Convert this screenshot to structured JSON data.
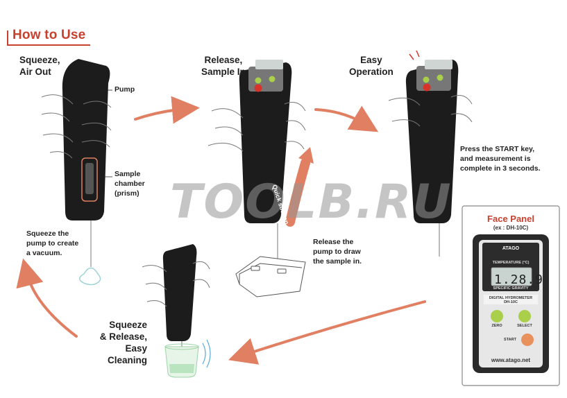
{
  "title": "How to Use",
  "steps": {
    "squeeze": "Squeeze,\nAir Out",
    "release": "Release,\nSample In",
    "easy": "Easy\nOperation",
    "cleaning": "Squeeze\n& Release,\nEasy Cleaning"
  },
  "labels": {
    "pump": "Pump",
    "chamber": "Sample\nchamber\n(prism)",
    "quick_suction": "Quick suction"
  },
  "notes": {
    "squeeze": "Squeeze the\npump to create\na vacuum.",
    "release": "Release the\npump to draw\nthe sample in.",
    "press": "Press the START key,\nand measurement is\ncomplete in 3 seconds."
  },
  "watermark": "TOOLB.RU",
  "face_panel": {
    "title": "Face Panel",
    "example": "(ex : DH-10C)",
    "brand": "ATAGO",
    "temperature": "TEMPERATURE (°C)",
    "display": "1.28.9",
    "gravity": "SPECIFIC GRAVITY",
    "model_name": "DIGITAL HYDROMETER",
    "model": "DH-10C",
    "zero": "ZERO",
    "select": "SELECT",
    "start": "START",
    "url": "www.atago.net"
  },
  "colors": {
    "accent": "#c8412f",
    "arrow": "#e07f62",
    "device": "#1c1c1c",
    "button_green": "#a9cf4b",
    "button_orange": "#e8915c"
  }
}
